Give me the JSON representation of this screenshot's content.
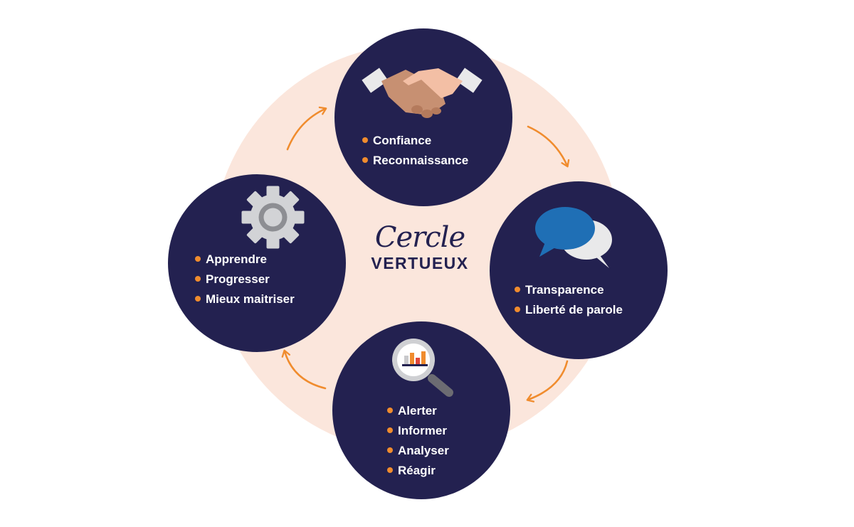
{
  "center": {
    "script": "Cercle",
    "caps": "VERTUEUX"
  },
  "colors": {
    "background_disc": "#fbe6dc",
    "node": "#232150",
    "accent": "#f08c2e",
    "text": "#ffffff"
  },
  "nodes": [
    {
      "position": "top",
      "icon": "handshake-icon",
      "items": [
        "Confiance",
        "Reconnaissance"
      ]
    },
    {
      "position": "right",
      "icon": "speech-bubbles-icon",
      "items": [
        "Transparence",
        "Liberté de parole"
      ]
    },
    {
      "position": "bottom",
      "icon": "magnifier-chart-icon",
      "items": [
        "Alerter",
        "Informer",
        "Analyser",
        "Réagir"
      ]
    },
    {
      "position": "left",
      "icon": "gear-icon",
      "items": [
        "Apprendre",
        "Progresser",
        "Mieux maitriser"
      ]
    }
  ],
  "arrows": {
    "direction": "clockwise",
    "count": 4
  }
}
